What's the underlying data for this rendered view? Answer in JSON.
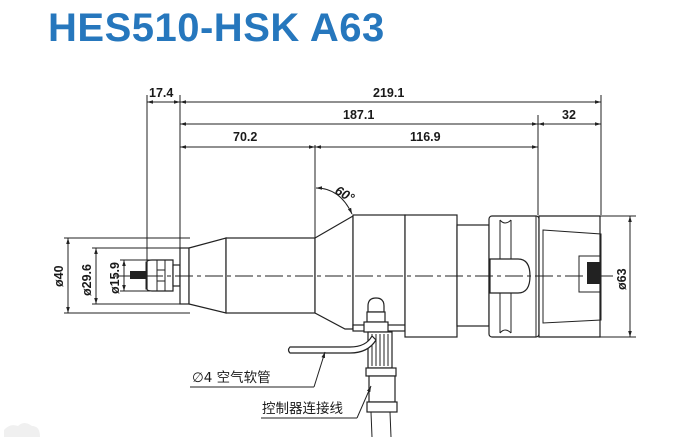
{
  "title": "HES510-HSK A63",
  "dimensions": {
    "horizontal": {
      "d_17_4": "17.4",
      "d_219_1": "219.1",
      "d_187_1": "187.1",
      "d_32": "32",
      "d_70_2": "70.2",
      "d_116_9": "116.9"
    },
    "vertical": {
      "dia_40": "ø40",
      "dia_29_6": "ø29.6",
      "dia_15_9": "ø15.9",
      "dia_63": "ø63"
    },
    "angle": "60°"
  },
  "callouts": {
    "air_hose": "∅4 空气软管",
    "controller_cable": "控制器连接线"
  },
  "colors": {
    "title": "#2677bd",
    "lines": "#222222"
  }
}
